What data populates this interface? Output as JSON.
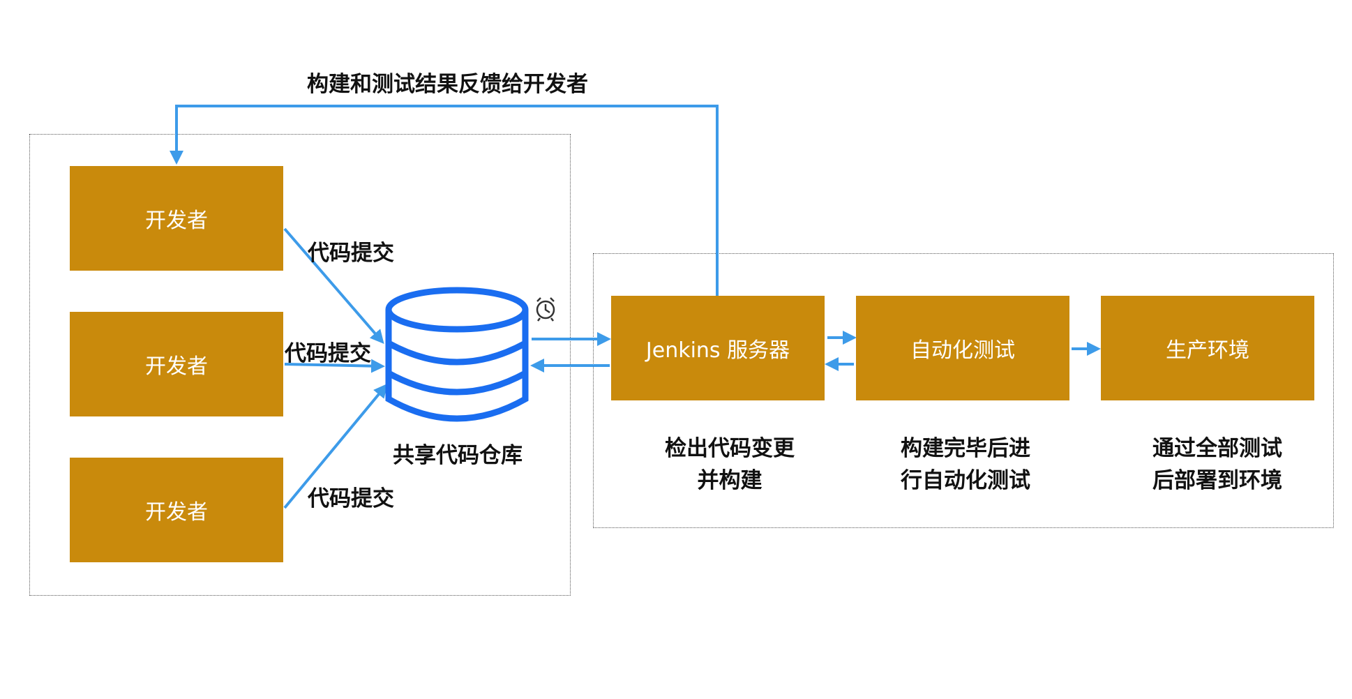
{
  "feedback_label": "构建和测试结果反馈给开发者",
  "developers": [
    {
      "label": "开发者"
    },
    {
      "label": "开发者"
    },
    {
      "label": "开发者"
    }
  ],
  "commit_labels": [
    "代码提交",
    "代码提交",
    "代码提交"
  ],
  "repository": {
    "label": "共享代码仓库",
    "timer_icon": "alarm-clock-icon"
  },
  "pipeline": [
    {
      "label": "Jenkins 服务器",
      "caption_lines": [
        "检出代码变更",
        "并构建"
      ]
    },
    {
      "label": "自动化测试",
      "caption_lines": [
        "构建完毕后进",
        "行自动化测试"
      ]
    },
    {
      "label": "生产环境",
      "caption_lines": [
        "通过全部测试",
        "后部署到环境"
      ]
    }
  ],
  "colors": {
    "box": "#c98a0c",
    "arrow": "#3d9be9",
    "database": "#1a6df0"
  }
}
